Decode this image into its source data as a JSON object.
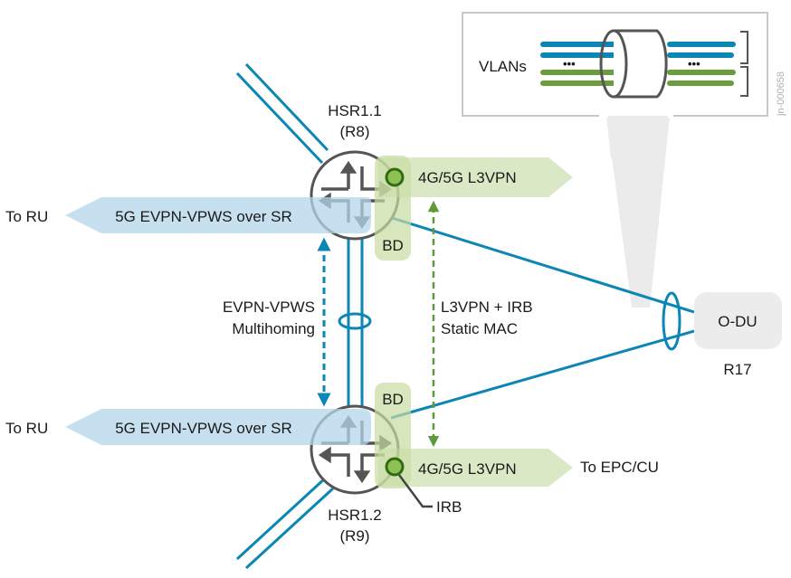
{
  "colors": {
    "link_blue": "#0b86b5",
    "evpn_blue_fill": "#c5dfee",
    "l3vpn_green_fill": "#dbe8c6",
    "bd_green_fill": "#cfe1ad",
    "irb_green": "#2d6e12",
    "irb_fill": "#8fbf55",
    "vlan_green": "#6a9e3c",
    "router_gray": "#555555",
    "beam_gray": "#ebebeb",
    "odu_fill": "#ececec"
  },
  "inset": {
    "label": "VLANs",
    "ellipsis_left": "•••",
    "ellipsis_right": "•••",
    "watermark": "jn-000658"
  },
  "routers": [
    {
      "name": "HSR1.1",
      "id": "(R8)"
    },
    {
      "name": "HSR1.2",
      "id": "(R9)"
    }
  ],
  "top": {
    "evpn_arrow": "5G EVPN-VPWS over SR",
    "to_ru": "To RU",
    "l3vpn_arrow": "4G/5G L3VPN",
    "bd": "BD"
  },
  "bottom": {
    "evpn_arrow": "5G EVPN-VPWS over SR",
    "to_ru": "To RU",
    "l3vpn_arrow": "4G/5G L3VPN",
    "to_epc": "To EPC/CU",
    "bd": "BD",
    "irb": "IRB"
  },
  "annotations": {
    "multihoming_line1": "EVPN-VPWS",
    "multihoming_line2": "Multihoming",
    "l3vpn_irb_line1": "L3VPN + IRB",
    "l3vpn_irb_line2": "Static MAC"
  },
  "odu": {
    "label": "O-DU",
    "id": "R17"
  }
}
